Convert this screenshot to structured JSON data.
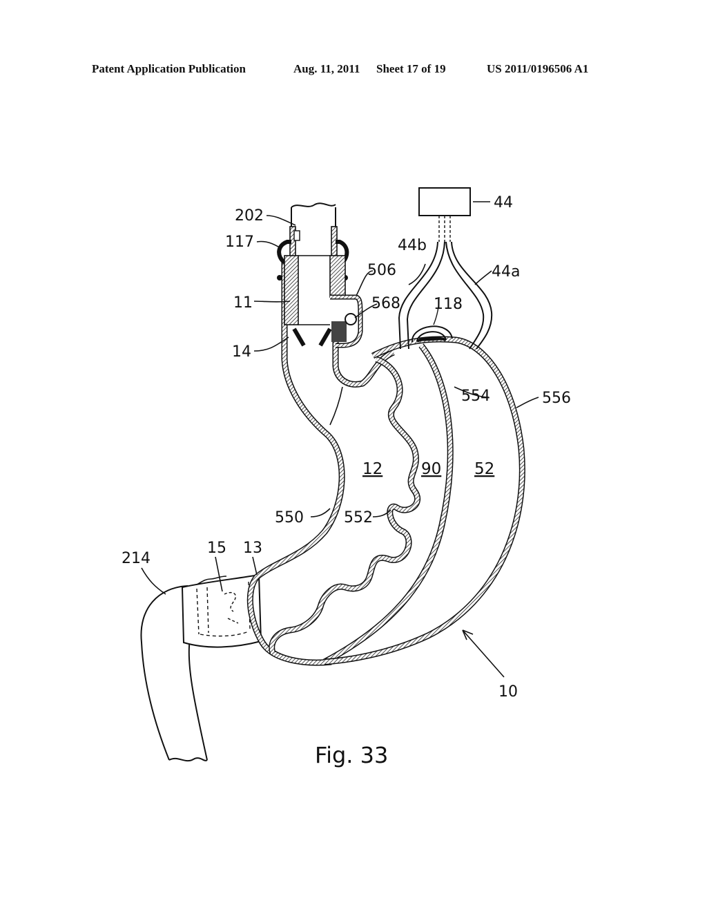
{
  "header": {
    "publication": "Patent Application Publication",
    "date": "Aug. 11, 2011",
    "sheet": "Sheet 17 of 19",
    "number": "US 2011/0196506 A1"
  },
  "figure": {
    "caption": "Fig. 33",
    "labels": {
      "l202": "202",
      "l117": "117",
      "l11": "11",
      "l14": "14",
      "l506": "506",
      "l568": "568",
      "l44": "44",
      "l44b": "44b",
      "l44a": "44a",
      "l118": "118",
      "l554": "554",
      "l556": "556",
      "l550": "550",
      "l552": "552",
      "l214": "214",
      "l15": "15",
      "l13": "13",
      "l10": "10"
    },
    "regions": {
      "r12": "12",
      "r90": "90",
      "r52": "52"
    }
  }
}
